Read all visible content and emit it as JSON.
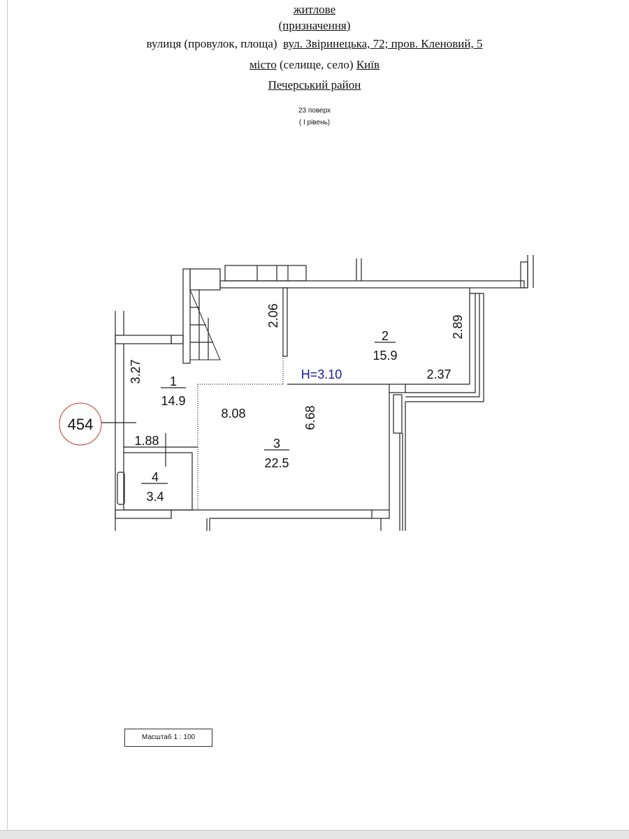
{
  "header": {
    "purpose_value": "житлове",
    "purpose_label": "(призначення)",
    "street_label": "вулиця (провулок, площа)",
    "street_value": "вул. Звіринецька, 72; пров. Кленовий, 5",
    "city_label_underlined": "місто",
    "city_label_rest": "(селище, село)",
    "city_value": "Київ",
    "district": "Печерський район",
    "floor": "23 поверх",
    "level": "( І рівень)"
  },
  "plan": {
    "apartment_number": "454",
    "ceiling_height": "H=3.10",
    "rooms": [
      {
        "number": "1",
        "area": "14.9"
      },
      {
        "number": "2",
        "area": "15.9"
      },
      {
        "number": "3",
        "area": "22.5"
      },
      {
        "number": "4",
        "area": "3.4"
      }
    ],
    "dimensions": [
      "3.27",
      "2.06",
      "2.89",
      "2.37",
      "8.08",
      "6.68",
      "1.88"
    ],
    "colors": {
      "height_label": "#1a1aa8",
      "apartment_circle": "#c0392b"
    }
  },
  "footer": {
    "scale": "Масштаб 1 : 100"
  }
}
